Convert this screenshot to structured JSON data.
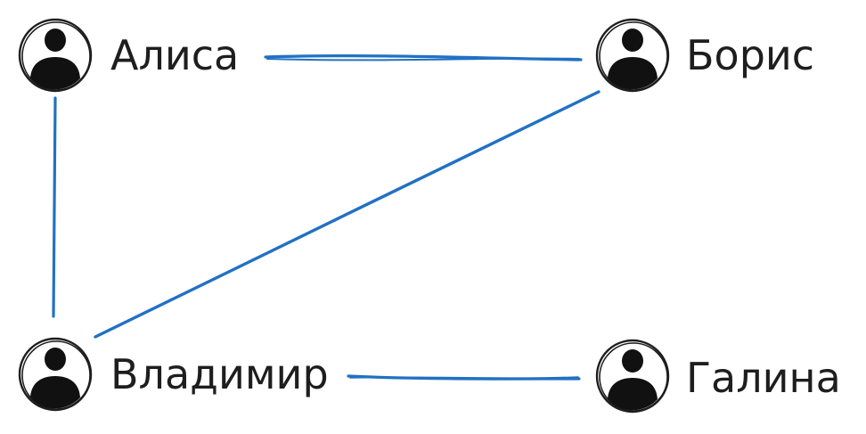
{
  "colors": {
    "edge": "#2171c3",
    "ink": "#1e1e1e",
    "background": "#ffffff"
  },
  "icons": {
    "node": "user-avatar-icon"
  },
  "nodes": [
    {
      "id": "alisa",
      "label": "Алиса"
    },
    {
      "id": "boris",
      "label": "Борис"
    },
    {
      "id": "vladimir",
      "label": "Владимир"
    },
    {
      "id": "galina",
      "label": "Галина"
    }
  ],
  "edges": [
    {
      "from": "alisa",
      "to": "boris"
    },
    {
      "from": "alisa",
      "to": "vladimir"
    },
    {
      "from": "boris",
      "to": "vladimir"
    },
    {
      "from": "vladimir",
      "to": "galina"
    }
  ]
}
